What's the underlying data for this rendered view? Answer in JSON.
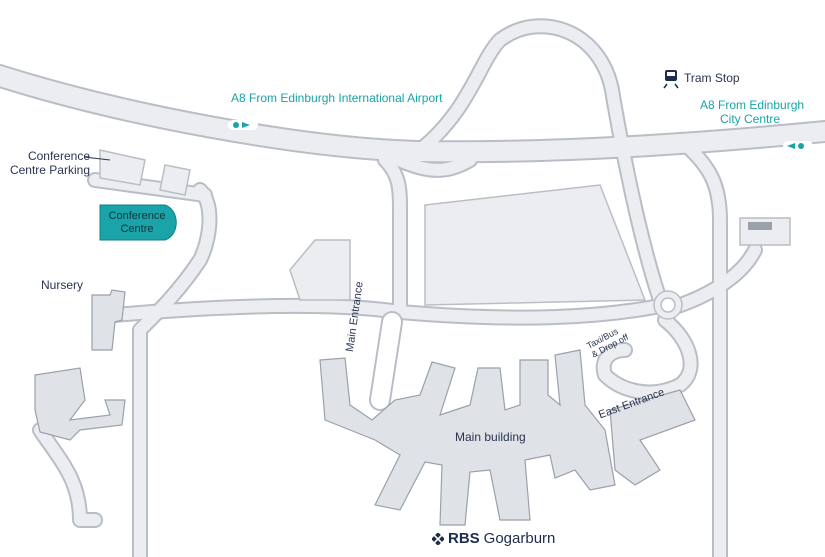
{
  "labels": {
    "road_airport": "A8 From Edinburgh International Airport",
    "road_city_line1": "A8 From Edinburgh",
    "road_city_line2": "City Centre",
    "tram_stop": "Tram Stop",
    "conference_parking_line1": "Conference",
    "conference_parking_line2": "Centre Parking",
    "conference_centre_line1": "Conference",
    "conference_centre_line2": "Centre",
    "nursery": "Nursery",
    "main_entrance": "Main Entrance",
    "main_building": "Main building",
    "east_entrance": "East Entrance",
    "taxi_line1": "Taxi/Bus",
    "taxi_line2": "& Drop off",
    "brand_rbs": "RBS",
    "brand_name": "Gogarburn"
  },
  "colors": {
    "road_fill": "#ebedf0",
    "road_edge": "#b9bec6",
    "building_fill": "#dfe2e6",
    "building_edge": "#9aa1ab",
    "accent_teal": "#1aa3a8",
    "text_navy": "#2a3550"
  },
  "icons": [
    "tram-icon",
    "rbs-logo-icon",
    "direction-arrow-icon"
  ]
}
